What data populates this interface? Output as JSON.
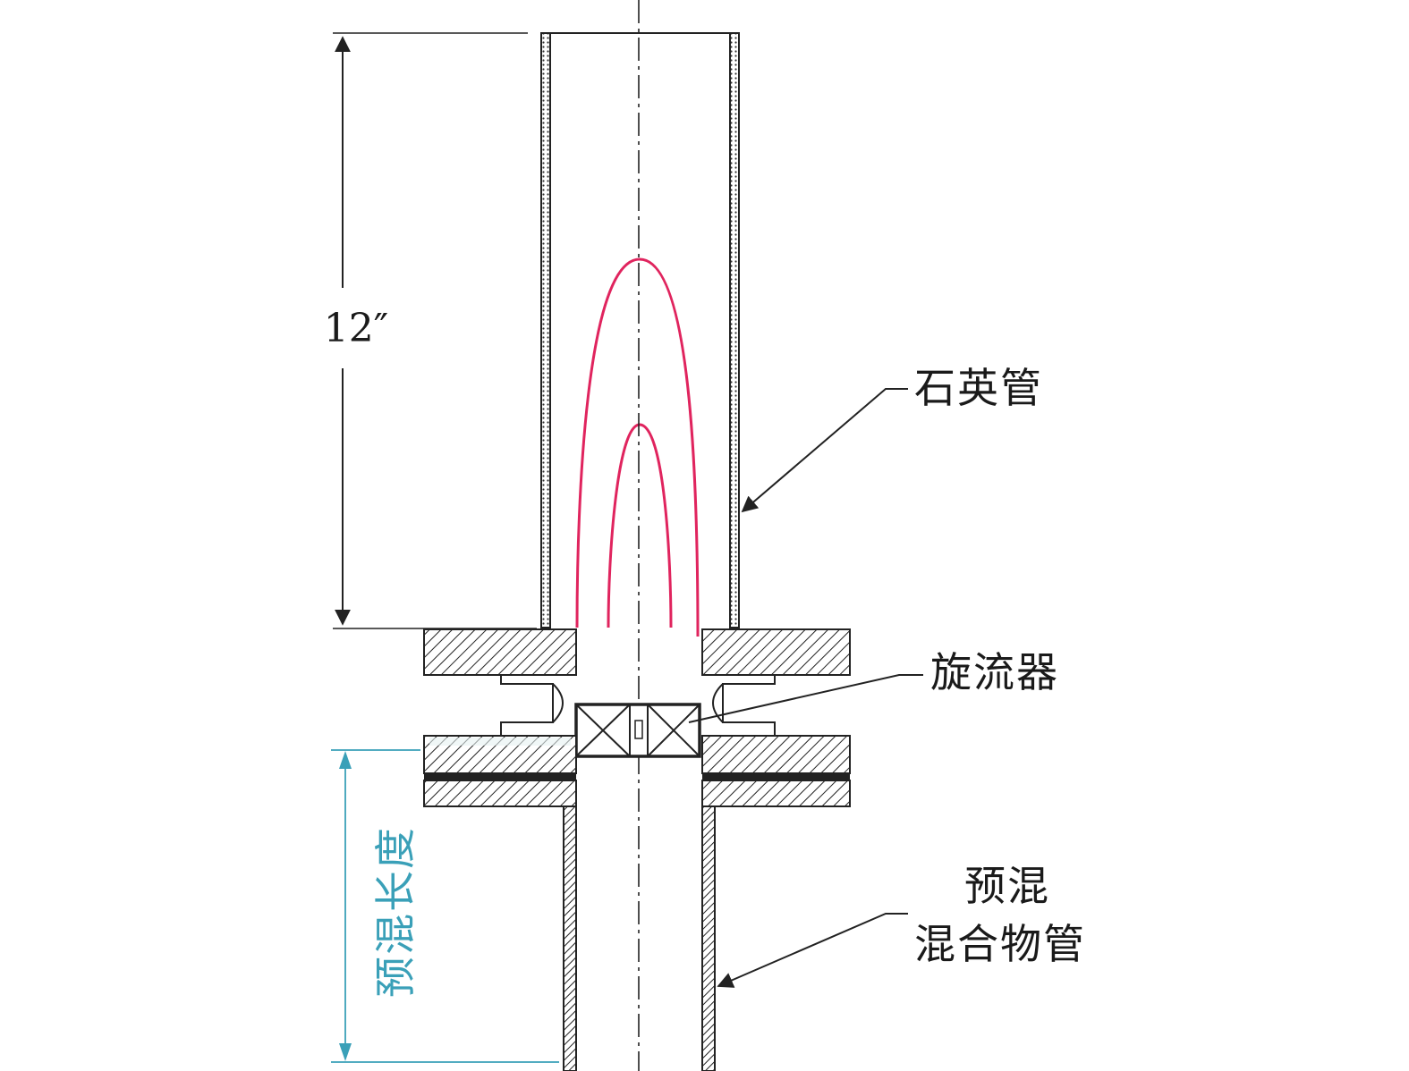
{
  "dimension": {
    "height_label": "12″"
  },
  "labels": {
    "quartz_tube": "石英管",
    "swirler": "旋流器",
    "premix_tube_line1": "预混",
    "premix_tube_line2": "混合物管",
    "premix_length": "预混长度"
  },
  "colors": {
    "line": "#222222",
    "flame": "#e0245e",
    "premix_dimension": "#3aa0b8"
  }
}
